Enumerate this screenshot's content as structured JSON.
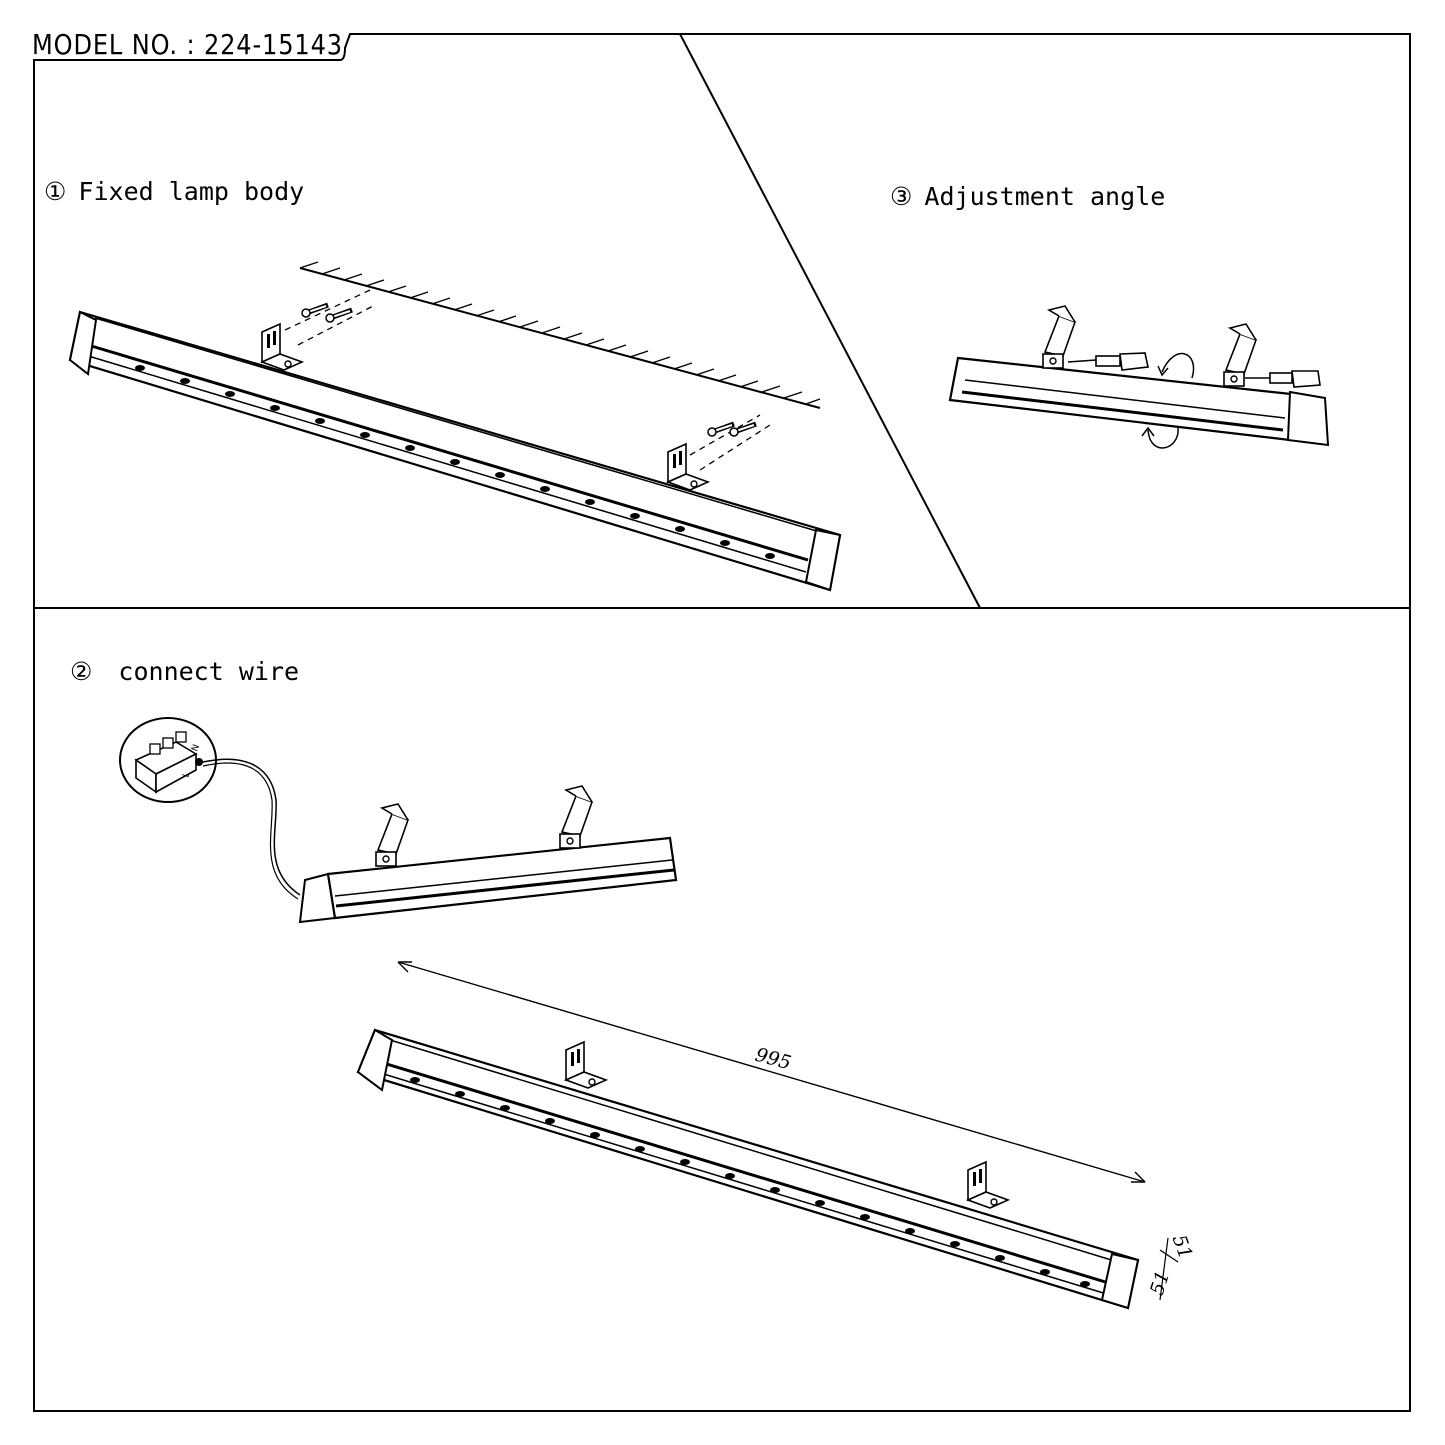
{
  "header": {
    "model_no": "MODEL NO. : 224-15143"
  },
  "steps": [
    {
      "number": "①",
      "label": "Fixed lamp body"
    },
    {
      "number": "③",
      "label": "Adjustment angle"
    },
    {
      "number": "②",
      "label": "connect wire"
    }
  ],
  "dimensions": {
    "length": "995",
    "width": "51",
    "height": "51"
  },
  "terminal_marks": {
    "n": "N",
    "l": "L",
    "ground": "⏚"
  }
}
